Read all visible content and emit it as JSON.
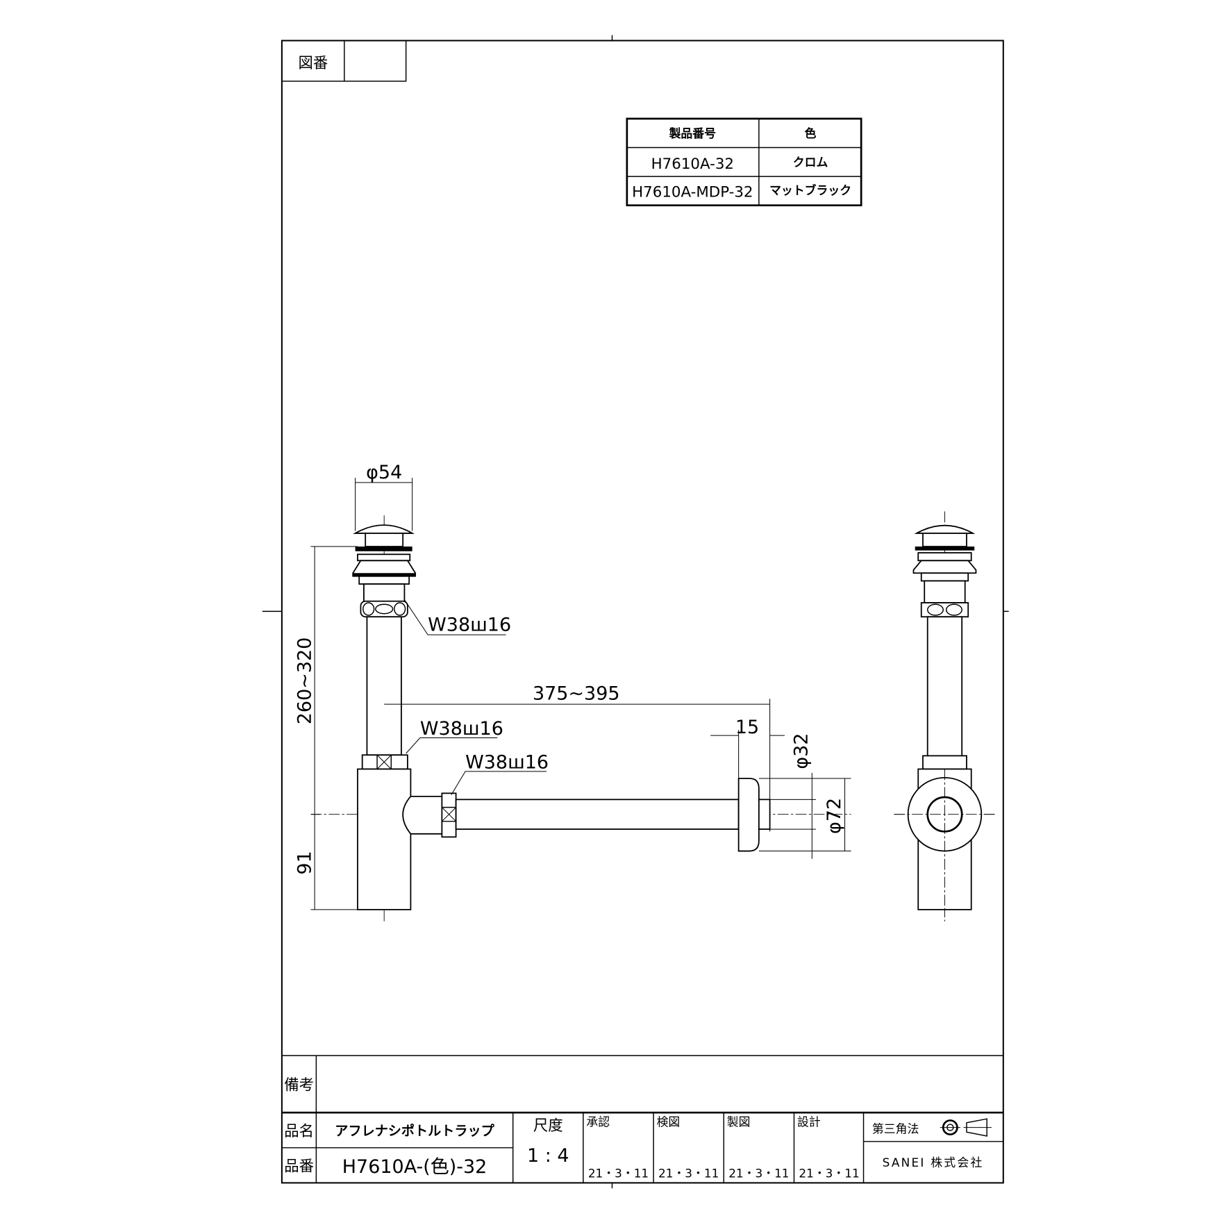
{
  "drawing_number_label": "図番",
  "drawing_number_value": "",
  "product_table": {
    "headers": [
      "製品番号",
      "色"
    ],
    "rows": [
      {
        "code": "H7610A-32",
        "color": "クロム"
      },
      {
        "code": "H7610A-MDP-32",
        "color": "マットブラック"
      }
    ]
  },
  "dimensions": {
    "cap_diameter": "φ54",
    "height_range": "260~320",
    "lower_height": "91",
    "horizontal_range": "375~395",
    "flange_offset": "15",
    "pipe_diameter": "φ32",
    "flange_diameter": "φ72",
    "thread_upper": "W38ш16",
    "thread_middle": "W38ш16",
    "thread_side": "W38ш16"
  },
  "title_block": {
    "remarks_label": "備考",
    "remarks_value": "",
    "name_label": "品名",
    "name_value": "アフレナシポトルトラップ",
    "number_label": "品番",
    "number_value": "H7610A-(色)-32",
    "scale_label": "尺度",
    "scale_value": "1 : 4",
    "approvals": [
      {
        "label": "承認",
        "date": "21・3・11"
      },
      {
        "label": "検図",
        "date": "21・3・11"
      },
      {
        "label": "製図",
        "date": "21・3・11"
      },
      {
        "label": "設計",
        "date": "21・3・11"
      }
    ],
    "projection_label": "第三角法",
    "company": "SANEI 株式会社"
  }
}
